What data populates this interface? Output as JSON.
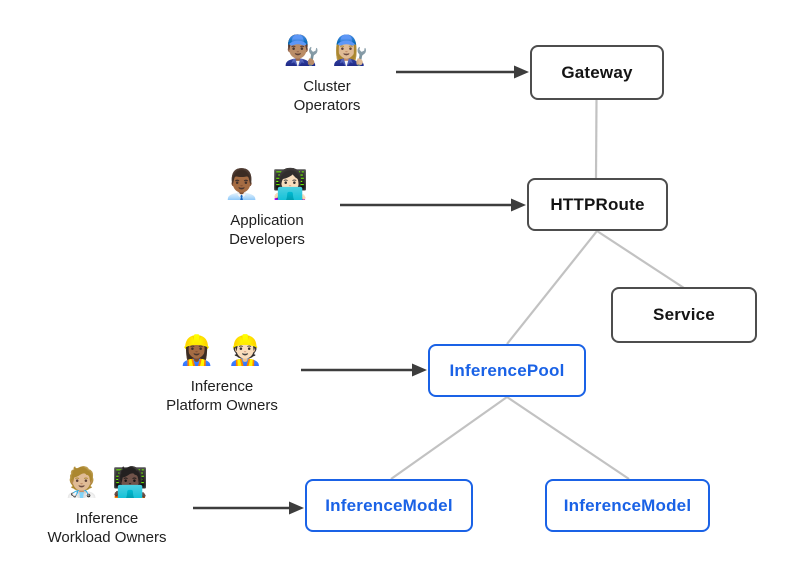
{
  "diagram": {
    "colors": {
      "accent_blue": "#1a62e6",
      "node_border_dark": "#4d4d4d",
      "node_text_dark": "#141414",
      "connector_gray": "#c2c2c2",
      "arrow_dark": "#3d3d3d",
      "label_text": "#1f1f1f",
      "background": "#ffffff"
    },
    "nodes": {
      "gateway": "Gateway",
      "httproute": "HTTPRoute",
      "service": "Service",
      "inferencepool": "InferencePool",
      "inferencemodel_left": "InferenceModel",
      "inferencemodel_right": "InferenceModel"
    },
    "actors": [
      {
        "emoji": "👨🏽‍🔧 👩🏼‍🔧",
        "line1": "Cluster",
        "line2": "Operators"
      },
      {
        "emoji": "👨🏾‍💼 👩🏻‍💻",
        "line1": "Application",
        "line2": "Developers"
      },
      {
        "emoji": "👷🏾‍♀️ 👷🏻",
        "line1": "Inference",
        "line2": "Platform Owners"
      },
      {
        "emoji": "🧑🏼‍⚕️ 🧑🏿‍💻",
        "line1": "Inference",
        "line2": "Workload Owners"
      }
    ]
  }
}
